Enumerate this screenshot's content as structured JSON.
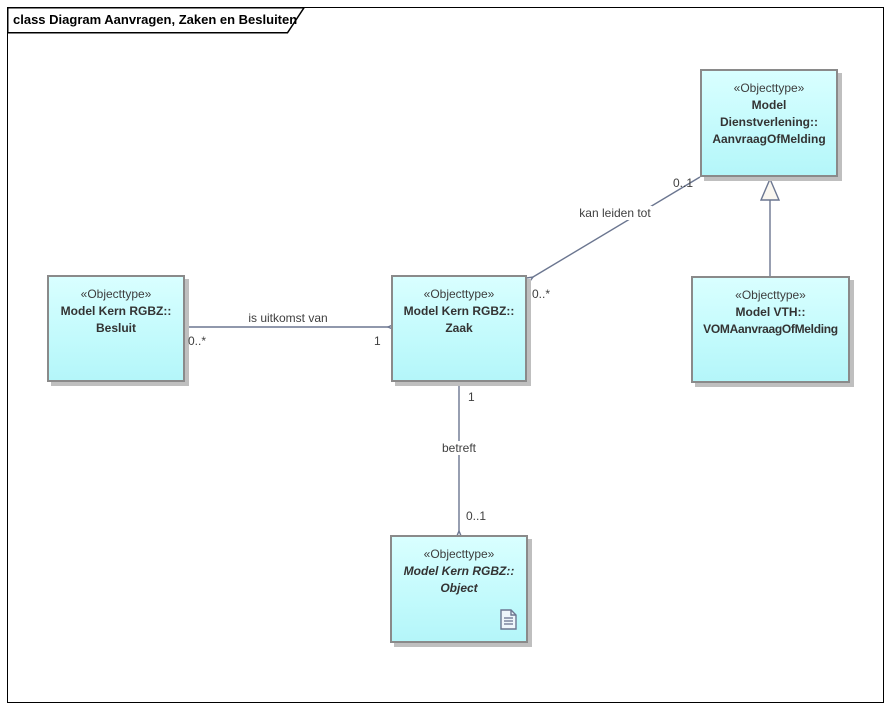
{
  "title": "class Diagram Aanvragen, Zaken en Besluiten",
  "colors": {
    "box_fill_top": "#d9ffff",
    "box_fill_bottom": "#b4f6f9",
    "box_border": "#8a8a8a",
    "edge_line": "#6b7690",
    "shadow": "#bfbfbf"
  },
  "boxes": {
    "aanvraag_of_melding": {
      "stereotype": "«Objecttype»",
      "line1": "Model",
      "line2": "Dienstverlening::",
      "line3": "AanvraagOfMelding"
    },
    "besluit": {
      "stereotype": "«Objecttype»",
      "line1": "Model Kern RGBZ::",
      "line2": "Besluit"
    },
    "zaak": {
      "stereotype": "«Objecttype»",
      "line1": "Model Kern RGBZ::",
      "line2": "Zaak"
    },
    "vom_aanvraag_of_melding": {
      "stereotype": "«Objecttype»",
      "line1": "Model VTH::",
      "line2": "VOMAanvraagOfMelding"
    },
    "object": {
      "stereotype": "«Objecttype»",
      "line1": "Model Kern RGBZ::",
      "line2": "Object"
    }
  },
  "edges": {
    "is_uitkomst_van": {
      "label": "is uitkomst van",
      "source_mult": "0..*",
      "target_mult": "1"
    },
    "kan_leiden_tot": {
      "label": "kan leiden tot",
      "source_mult": "0..1",
      "target_mult": "0..*"
    },
    "betreft": {
      "label": "betreft",
      "source_mult": "1",
      "target_mult": "0..1"
    }
  }
}
